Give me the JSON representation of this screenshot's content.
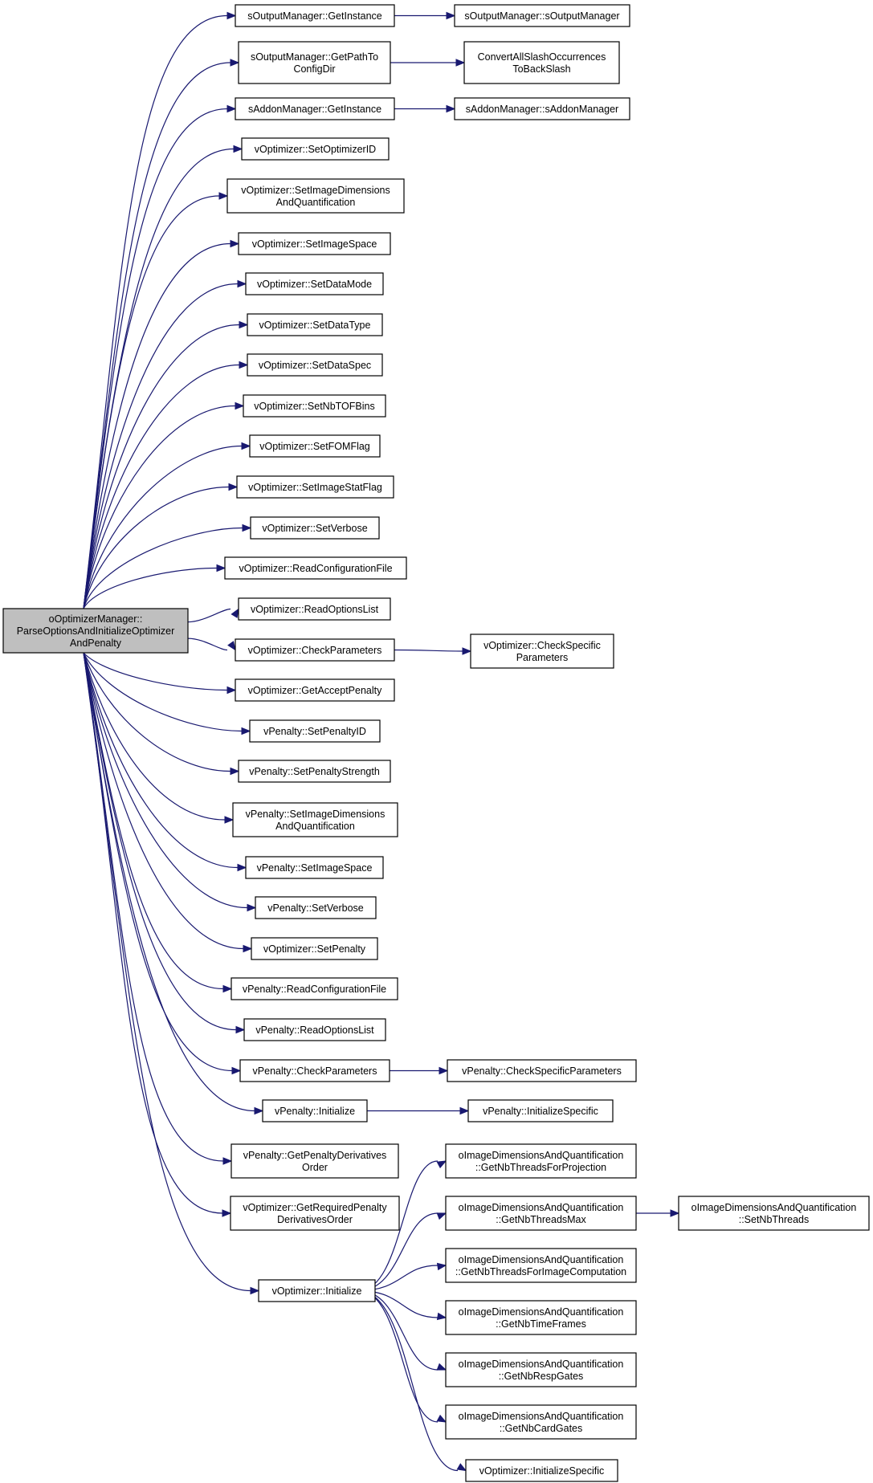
{
  "diagram": {
    "type": "call-graph",
    "edge_color": "#191970",
    "root_fill": "#bfbfbf",
    "node_fill": "#ffffff",
    "nodes": [
      {
        "id": "root",
        "label": [
          "oOptimizerManager::",
          "ParseOptionsAndInitializeOptimizer",
          "AndPenalty"
        ]
      },
      {
        "id": "n1",
        "label": [
          "sOutputManager::GetInstance"
        ]
      },
      {
        "id": "n2",
        "label": [
          "sOutputManager::sOutputManager"
        ]
      },
      {
        "id": "n3",
        "label": [
          "sOutputManager::GetPathTo",
          "ConfigDir"
        ]
      },
      {
        "id": "n4",
        "label": [
          "ConvertAllSlashOccurrences",
          "ToBackSlash"
        ]
      },
      {
        "id": "n5",
        "label": [
          "sAddonManager::GetInstance"
        ]
      },
      {
        "id": "n6",
        "label": [
          "sAddonManager::sAddonManager"
        ]
      },
      {
        "id": "n7",
        "label": [
          "vOptimizer::SetOptimizerID"
        ]
      },
      {
        "id": "n8",
        "label": [
          "vOptimizer::SetImageDimensions",
          "AndQuantification"
        ]
      },
      {
        "id": "n9",
        "label": [
          "vOptimizer::SetImageSpace"
        ]
      },
      {
        "id": "n10",
        "label": [
          "vOptimizer::SetDataMode"
        ]
      },
      {
        "id": "n11",
        "label": [
          "vOptimizer::SetDataType"
        ]
      },
      {
        "id": "n12",
        "label": [
          "vOptimizer::SetDataSpec"
        ]
      },
      {
        "id": "n13",
        "label": [
          "vOptimizer::SetNbTOFBins"
        ]
      },
      {
        "id": "n14",
        "label": [
          "vOptimizer::SetFOMFlag"
        ]
      },
      {
        "id": "n15",
        "label": [
          "vOptimizer::SetImageStatFlag"
        ]
      },
      {
        "id": "n16",
        "label": [
          "vOptimizer::SetVerbose"
        ]
      },
      {
        "id": "n17",
        "label": [
          "vOptimizer::ReadConfigurationFile"
        ]
      },
      {
        "id": "n18",
        "label": [
          "vOptimizer::ReadOptionsList"
        ]
      },
      {
        "id": "n19",
        "label": [
          "vOptimizer::CheckParameters"
        ]
      },
      {
        "id": "n20",
        "label": [
          "vOptimizer::CheckSpecific",
          "Parameters"
        ]
      },
      {
        "id": "n21",
        "label": [
          "vOptimizer::GetAcceptPenalty"
        ]
      },
      {
        "id": "n22",
        "label": [
          "vPenalty::SetPenaltyID"
        ]
      },
      {
        "id": "n23",
        "label": [
          "vPenalty::SetPenaltyStrength"
        ]
      },
      {
        "id": "n24",
        "label": [
          "vPenalty::SetImageDimensions",
          "AndQuantification"
        ]
      },
      {
        "id": "n25",
        "label": [
          "vPenalty::SetImageSpace"
        ]
      },
      {
        "id": "n26",
        "label": [
          "vPenalty::SetVerbose"
        ]
      },
      {
        "id": "n27",
        "label": [
          "vOptimizer::SetPenalty"
        ]
      },
      {
        "id": "n28",
        "label": [
          "vPenalty::ReadConfigurationFile"
        ]
      },
      {
        "id": "n29",
        "label": [
          "vPenalty::ReadOptionsList"
        ]
      },
      {
        "id": "n30",
        "label": [
          "vPenalty::CheckParameters"
        ]
      },
      {
        "id": "n31",
        "label": [
          "vPenalty::CheckSpecificParameters"
        ]
      },
      {
        "id": "n32",
        "label": [
          "vPenalty::Initialize"
        ]
      },
      {
        "id": "n33",
        "label": [
          "vPenalty::InitializeSpecific"
        ]
      },
      {
        "id": "n34",
        "label": [
          "vPenalty::GetPenaltyDerivatives",
          "Order"
        ]
      },
      {
        "id": "n35",
        "label": [
          "vOptimizer::GetRequiredPenalty",
          "DerivativesOrder"
        ]
      },
      {
        "id": "n36",
        "label": [
          "vOptimizer::Initialize"
        ]
      },
      {
        "id": "n37",
        "label": [
          "oImageDimensionsAndQuantification",
          "::GetNbThreadsForProjection"
        ]
      },
      {
        "id": "n38",
        "label": [
          "oImageDimensionsAndQuantification",
          "::GetNbThreadsMax"
        ]
      },
      {
        "id": "n39",
        "label": [
          "oImageDimensionsAndQuantification",
          "::SetNbThreads"
        ]
      },
      {
        "id": "n40",
        "label": [
          "oImageDimensionsAndQuantification",
          "::GetNbThreadsForImageComputation"
        ]
      },
      {
        "id": "n41",
        "label": [
          "oImageDimensionsAndQuantification",
          "::GetNbTimeFrames"
        ]
      },
      {
        "id": "n42",
        "label": [
          "oImageDimensionsAndQuantification",
          "::GetNbRespGates"
        ]
      },
      {
        "id": "n43",
        "label": [
          "oImageDimensionsAndQuantification",
          "::GetNbCardGates"
        ]
      },
      {
        "id": "n44",
        "label": [
          "vOptimizer::InitializeSpecific"
        ]
      }
    ],
    "edges": [
      [
        "root",
        "n1"
      ],
      [
        "n1",
        "n2"
      ],
      [
        "root",
        "n3"
      ],
      [
        "n3",
        "n4"
      ],
      [
        "root",
        "n5"
      ],
      [
        "n5",
        "n6"
      ],
      [
        "root",
        "n7"
      ],
      [
        "root",
        "n8"
      ],
      [
        "root",
        "n9"
      ],
      [
        "root",
        "n10"
      ],
      [
        "root",
        "n11"
      ],
      [
        "root",
        "n12"
      ],
      [
        "root",
        "n13"
      ],
      [
        "root",
        "n14"
      ],
      [
        "root",
        "n15"
      ],
      [
        "root",
        "n16"
      ],
      [
        "root",
        "n17"
      ],
      [
        "root",
        "n18"
      ],
      [
        "root",
        "n19"
      ],
      [
        "n19",
        "n20"
      ],
      [
        "root",
        "n21"
      ],
      [
        "root",
        "n22"
      ],
      [
        "root",
        "n23"
      ],
      [
        "root",
        "n24"
      ],
      [
        "root",
        "n25"
      ],
      [
        "root",
        "n26"
      ],
      [
        "root",
        "n27"
      ],
      [
        "root",
        "n28"
      ],
      [
        "root",
        "n29"
      ],
      [
        "root",
        "n30"
      ],
      [
        "n30",
        "n31"
      ],
      [
        "root",
        "n32"
      ],
      [
        "n32",
        "n33"
      ],
      [
        "root",
        "n34"
      ],
      [
        "root",
        "n35"
      ],
      [
        "root",
        "n36"
      ],
      [
        "n36",
        "n37"
      ],
      [
        "n36",
        "n38"
      ],
      [
        "n38",
        "n39"
      ],
      [
        "n36",
        "n40"
      ],
      [
        "n36",
        "n41"
      ],
      [
        "n36",
        "n42"
      ],
      [
        "n36",
        "n43"
      ],
      [
        "n36",
        "n44"
      ]
    ]
  }
}
